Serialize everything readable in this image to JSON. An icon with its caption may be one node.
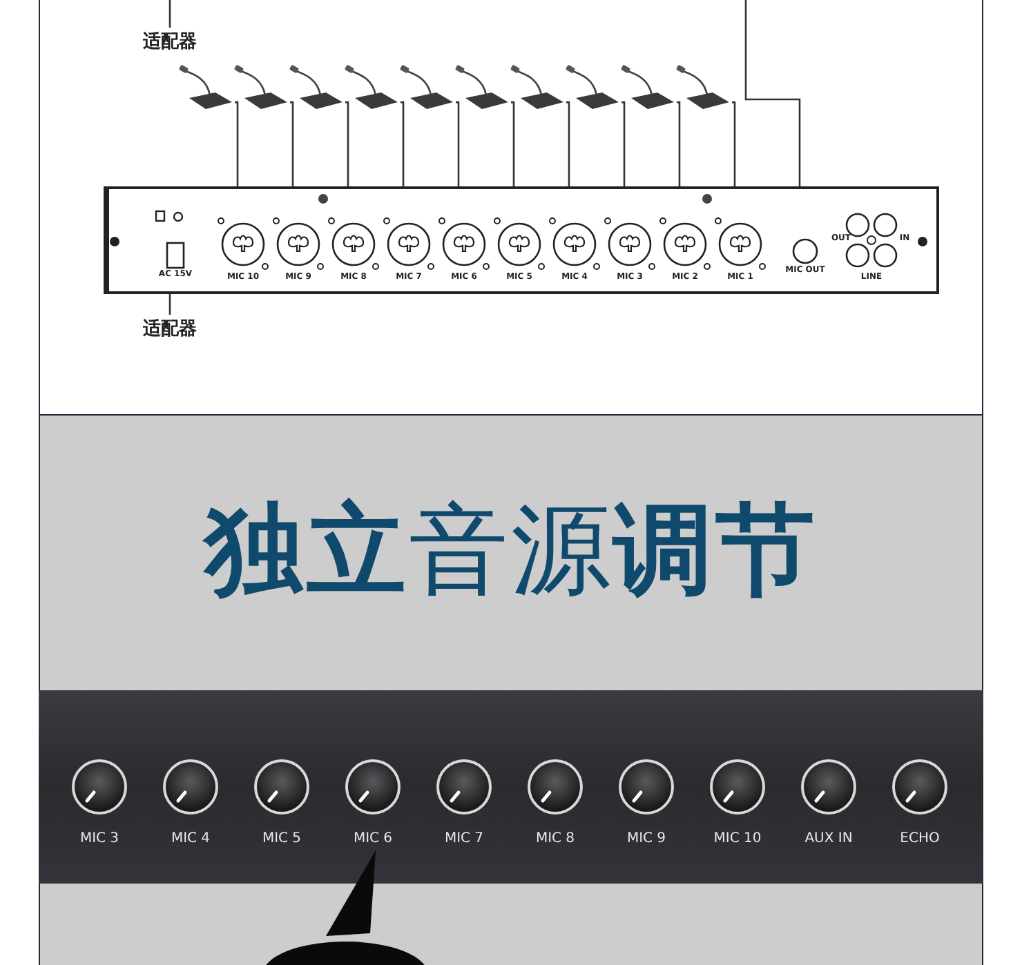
{
  "diagram": {
    "title": "**独立**音源**调节**",
    "nodes": [
      {
        "text": [
          "适配器"
        ]
      },
      {
        "text": [],
        "shape": "picture"
      },
      {
        "text": [],
        "shape": "picture"
      },
      {
        "text": [],
        "shape": "picture"
      },
      {
        "text": [],
        "shape": "picture"
      },
      {
        "text": [],
        "shape": "picture"
      },
      {
        "text": [],
        "shape": "picture"
      },
      {
        "text": [],
        "shape": "picture"
      },
      {
        "text": [],
        "shape": "picture"
      },
      {
        "text": [],
        "shape": "picture"
      },
      {
        "text": [],
        "shape": "picture"
      },
      {
        "text": [],
        "shape": "box"
      },
      {
        "text": [
          "MIC 10"
        ],
        "in": 11
      },
      {
        "text": [
          "MIC 9"
        ],
        "in": 11
      },
      {
        "text": [
          "MIC 8"
        ],
        "in": 11
      },
      {
        "text": [
          "MIC 7"
        ],
        "in": 11
      },
      {
        "text": [
          "MIC 6"
        ],
        "in": 11
      },
      {
        "text": [
          "MIC 5"
        ],
        "in": 11
      },
      {
        "text": [
          "MIC 4"
        ],
        "in": 11
      },
      {
        "text": [
          "MIC 3"
        ],
        "in": 11
      },
      {
        "text": [
          "MIC 2"
        ],
        "in": 11
      },
      {
        "text": [
          "MIC 1"
        ],
        "in": 11
      },
      {
        "text": [
          "MIC OUT"
        ],
        "in": 11
      },
      {
        "text": [
          "AC 15V"
        ],
        "in": 11
      },
      {
        "text": [
          "适配器"
        ]
      }
    ],
    "edges": [
      {
        "from": null,
        "to": 0,
        "arrow": "none"
      },
      {
        "from": 1,
        "to": 12,
        "arrow": "none"
      },
      {
        "from": 2,
        "to": 13,
        "arrow": "none"
      },
      {
        "from": 3,
        "to": 14,
        "arrow": "none"
      },
      {
        "from": 4,
        "to": 15,
        "arrow": "none"
      },
      {
        "from": 5,
        "to": 16,
        "arrow": "none"
      },
      {
        "from": 6,
        "to": 17,
        "arrow": "none"
      },
      {
        "from": 7,
        "to": 18,
        "arrow": "none"
      },
      {
        "from": 8,
        "to": 19,
        "arrow": "none"
      },
      {
        "from": 9,
        "to": 20,
        "arrow": "none"
      },
      {
        "from": 10,
        "to": 21,
        "arrow": "none"
      },
      {
        "from": null,
        "to": 22,
        "arrow": "none"
      },
      {
        "from": 23,
        "to": 24,
        "arrow": "none"
      }
    ],
    "labels": [
      "OUT",
      "IN",
      "LINE",
      "MIC 3",
      "MIC 4",
      "MIC 5",
      "MIC 6",
      "MIC 7",
      "MIC 8",
      "MIC 9",
      "MIC 10",
      "AUX IN",
      "ECHO"
    ]
  }
}
